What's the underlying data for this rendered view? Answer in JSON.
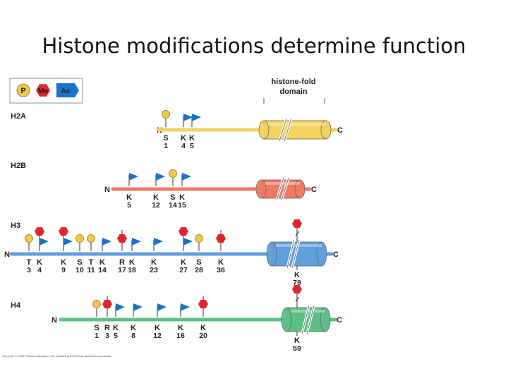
{
  "title": "Histone modifications determine function",
  "legend": {
    "phospho": "P",
    "methyl": "Me",
    "acetyl": "Ac"
  },
  "fold_label": [
    "histone-fold",
    "domain"
  ],
  "n_label": "N",
  "c_label": "C",
  "copyright": "Copyright © 2008 Pearson Education, Inc., publishing as Pearson Benjamin Cummings.",
  "colors": {
    "phospho": "#f2c94c",
    "methyl": "#e0262b",
    "acetyl": "#1a73c9",
    "h2a": "#f3d25e",
    "h2b": "#ef7a62",
    "h3": "#5fa0dc",
    "h4": "#5dbf84"
  },
  "histones": [
    {
      "name": "H2A",
      "sites": [
        {
          "aa": "S",
          "num": "1",
          "mods": [
            "P"
          ]
        },
        {
          "aa": "K",
          "num": "4",
          "mods": [
            "Ac"
          ]
        },
        {
          "aa": "K",
          "num": "5",
          "mods": [
            "Ac"
          ]
        }
      ]
    },
    {
      "name": "H2B",
      "sites": [
        {
          "aa": "K",
          "num": "5",
          "mods": [
            "Ac"
          ]
        },
        {
          "aa": "K",
          "num": "12",
          "mods": [
            "Ac"
          ]
        },
        {
          "aa": "S",
          "num": "14",
          "mods": [
            "P"
          ]
        },
        {
          "aa": "K",
          "num": "15",
          "mods": [
            "Ac"
          ]
        }
      ]
    },
    {
      "name": "H3",
      "sites": [
        {
          "aa": "T",
          "num": "3",
          "mods": [
            "P"
          ]
        },
        {
          "aa": "K",
          "num": "4",
          "mods": [
            "Ac",
            "Me"
          ]
        },
        {
          "aa": "K",
          "num": "9",
          "mods": [
            "Ac",
            "Me"
          ]
        },
        {
          "aa": "S",
          "num": "10",
          "mods": [
            "P"
          ]
        },
        {
          "aa": "T",
          "num": "11",
          "mods": [
            "P"
          ]
        },
        {
          "aa": "K",
          "num": "14",
          "mods": [
            "Ac"
          ]
        },
        {
          "aa": "R",
          "num": "17",
          "mods": [
            "Me"
          ]
        },
        {
          "aa": "K",
          "num": "18",
          "mods": [
            "Ac"
          ]
        },
        {
          "aa": "K",
          "num": "23",
          "mods": [
            "Ac"
          ]
        },
        {
          "aa": "K",
          "num": "27",
          "mods": [
            "Ac",
            "Me"
          ]
        },
        {
          "aa": "S",
          "num": "28",
          "mods": [
            "P"
          ]
        },
        {
          "aa": "K",
          "num": "36",
          "mods": [
            "Me"
          ]
        }
      ],
      "fold_site": {
        "aa": "K",
        "num": "79",
        "mods": [
          "Me"
        ]
      }
    },
    {
      "name": "H4",
      "sites": [
        {
          "aa": "S",
          "num": "1",
          "mods": [
            "P"
          ]
        },
        {
          "aa": "R",
          "num": "3",
          "mods": [
            "Me"
          ]
        },
        {
          "aa": "K",
          "num": "5",
          "mods": [
            "Ac"
          ]
        },
        {
          "aa": "K",
          "num": "8",
          "mods": [
            "Ac"
          ]
        },
        {
          "aa": "K",
          "num": "12",
          "mods": [
            "Ac"
          ]
        },
        {
          "aa": "K",
          "num": "16",
          "mods": [
            "Ac"
          ]
        },
        {
          "aa": "K",
          "num": "20",
          "mods": [
            "Me"
          ]
        }
      ],
      "fold_site": {
        "aa": "K",
        "num": "59",
        "mods": [
          "Me"
        ]
      }
    }
  ]
}
